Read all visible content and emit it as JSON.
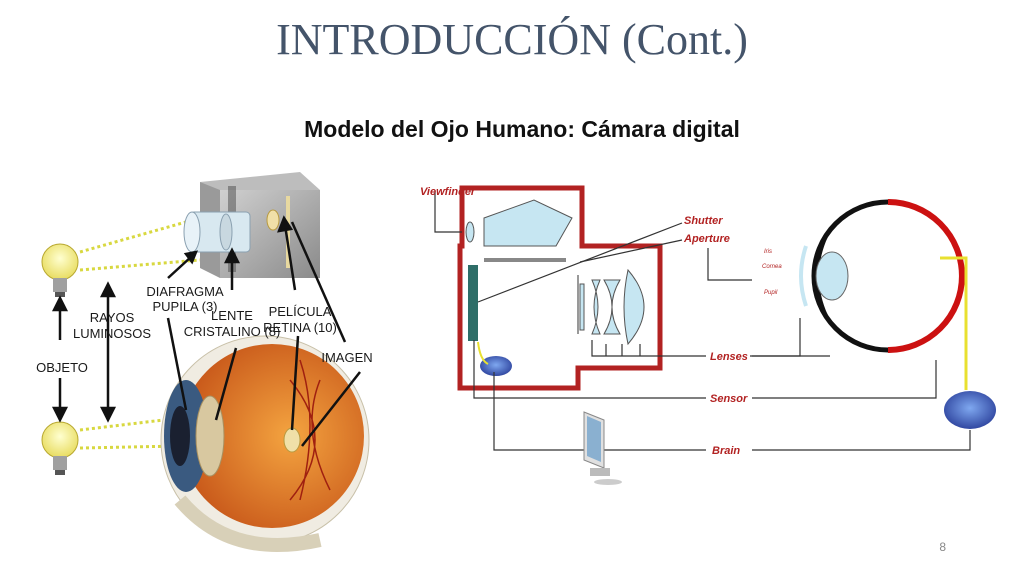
{
  "slide": {
    "title": "INTRODUCCIÓN (Cont.)",
    "subtitle": "Modelo del Ojo Humano: Cámara digital",
    "page_number": "8"
  },
  "left_diagram": {
    "labels": {
      "diafragma": [
        "DIAFRAGMA",
        "PUPILA (3)"
      ],
      "lente": [
        "LENTE",
        "CRISTALINO (8)"
      ],
      "pelicula": [
        "PELÍCULA",
        "RETINA (10)"
      ],
      "rayos": [
        "RAYOS",
        "LUMINOSOS"
      ],
      "objeto": "OBJETO",
      "imagen": "IMAGEN"
    }
  },
  "right_diagram": {
    "labels": {
      "viewfinder": "Viewfinder",
      "shutter": "Shutter",
      "aperture": "Aperture",
      "lenses": "Lenses",
      "sensor": "Sensor",
      "brain": "Brain",
      "iris": "Iris",
      "cornea": "Cornea",
      "pupil": "Pupil"
    }
  },
  "colors": {
    "title": "#44546a",
    "camera_outline": "#b22222",
    "label_red": "#b22222",
    "glass": "#c6e6f2",
    "sensor": "#2e6e68",
    "eye_orange": "#e8852a"
  }
}
